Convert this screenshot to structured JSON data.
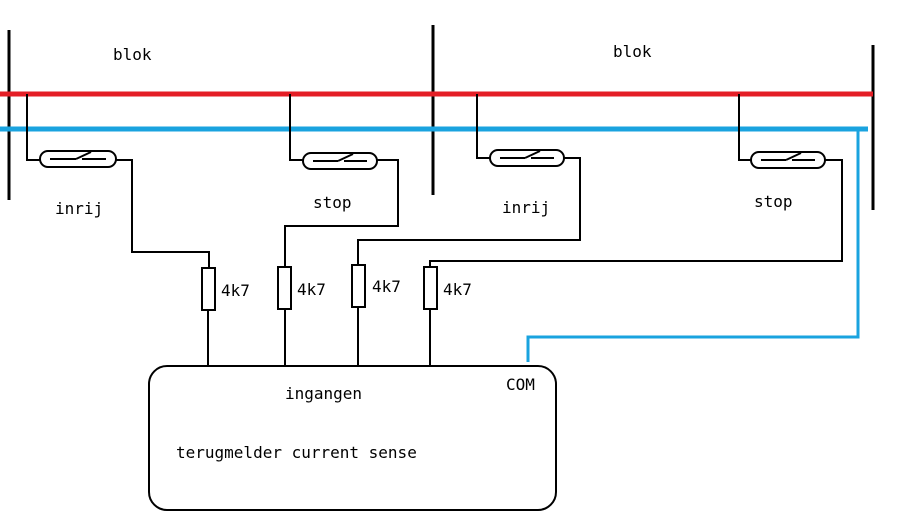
{
  "blocks": [
    {
      "label": "blok"
    },
    {
      "label": "blok"
    }
  ],
  "switches": [
    {
      "label": "inrij"
    },
    {
      "label": "stop"
    },
    {
      "label": "inrij"
    },
    {
      "label": "stop"
    }
  ],
  "resistors": [
    {
      "label": "4k7"
    },
    {
      "label": "4k7"
    },
    {
      "label": "4k7"
    },
    {
      "label": "4k7"
    }
  ],
  "detector": {
    "inputs_label": "ingangen",
    "com_label": "COM",
    "title": "terugmelder current sense"
  },
  "colors": {
    "rail_red": "#e41e26",
    "rail_blue": "#1aa3df",
    "wire": "#000000"
  }
}
